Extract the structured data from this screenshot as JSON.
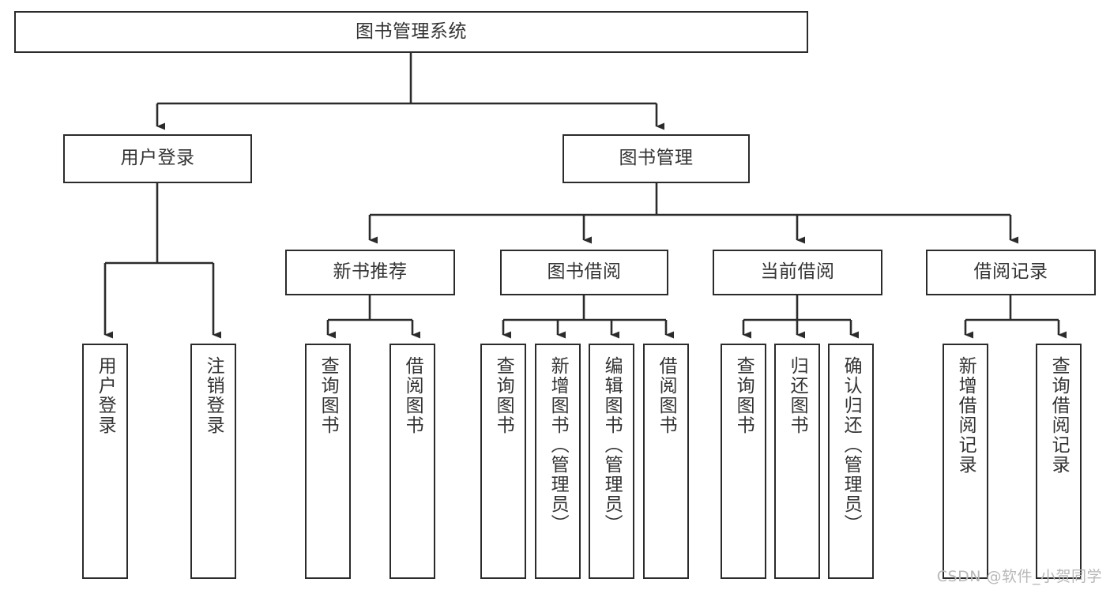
{
  "diagram": {
    "title": "图书管理系统",
    "type": "tree",
    "background_color": "#ffffff",
    "node_border_color": "#2b2b2b",
    "node_fill_color": "#ffffff",
    "text_color": "#333333",
    "connector_color": "#2b2b2b"
  },
  "root": {
    "label": "图书管理系统"
  },
  "level2": [
    {
      "label": "用户登录"
    },
    {
      "label": "图书管理"
    }
  ],
  "level3": [
    {
      "label": "新书推荐"
    },
    {
      "label": "图书借阅"
    },
    {
      "label": "当前借阅"
    },
    {
      "label": "借阅记录"
    }
  ],
  "leaves": {
    "user_login": [
      {
        "label": "用户登录"
      },
      {
        "label": "注销登录"
      }
    ],
    "new_book_recommend": [
      {
        "label": "查询图书"
      },
      {
        "label": "借阅图书"
      }
    ],
    "book_borrow": [
      {
        "label": "查询图书"
      },
      {
        "label": "新增图书（管理员）"
      },
      {
        "label": "编辑图书（管理员）"
      },
      {
        "label": "借阅图书"
      }
    ],
    "current_borrow": [
      {
        "label": "查询图书"
      },
      {
        "label": "归还图书"
      },
      {
        "label": "确认归还（管理员）"
      }
    ],
    "borrow_records": [
      {
        "label": "新增借阅记录"
      },
      {
        "label": "查询借阅记录"
      }
    ]
  },
  "watermark": {
    "text": "CSDN @软件_小贺同学"
  }
}
